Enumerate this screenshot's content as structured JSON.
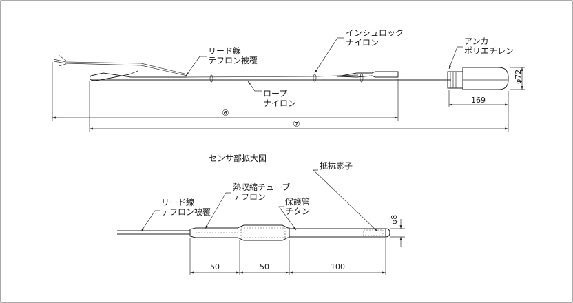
{
  "top_drawing": {
    "lead_wire_label_1": "リード線",
    "lead_wire_label_2": "テフロン被覆",
    "insulock_label_1": "インシュロック",
    "insulock_label_2": "ナイロン",
    "anchor_label_1": "アンカ",
    "anchor_label_2": "ポリエチレン",
    "rope_label_1": "ロープ",
    "rope_label_2": "ナイロン",
    "dim_anchor_diameter": "φ72",
    "dim_anchor_length": "169",
    "dim_6": "⑥",
    "dim_7": "⑦"
  },
  "detail_drawing": {
    "title": "センサ部拡大図",
    "element_label": "抵抗素子",
    "shrink_tube_label_1": "熱収縮チューブ",
    "shrink_tube_label_2": "テフロン",
    "protect_tube_label_1": "保護管",
    "protect_tube_label_2": "チタン",
    "lead_wire_label_1": "リード線",
    "lead_wire_label_2": "テフロン被覆",
    "dim_tip_diameter": "φ8",
    "dim_a": "50",
    "dim_b": "50",
    "dim_c": "100"
  }
}
